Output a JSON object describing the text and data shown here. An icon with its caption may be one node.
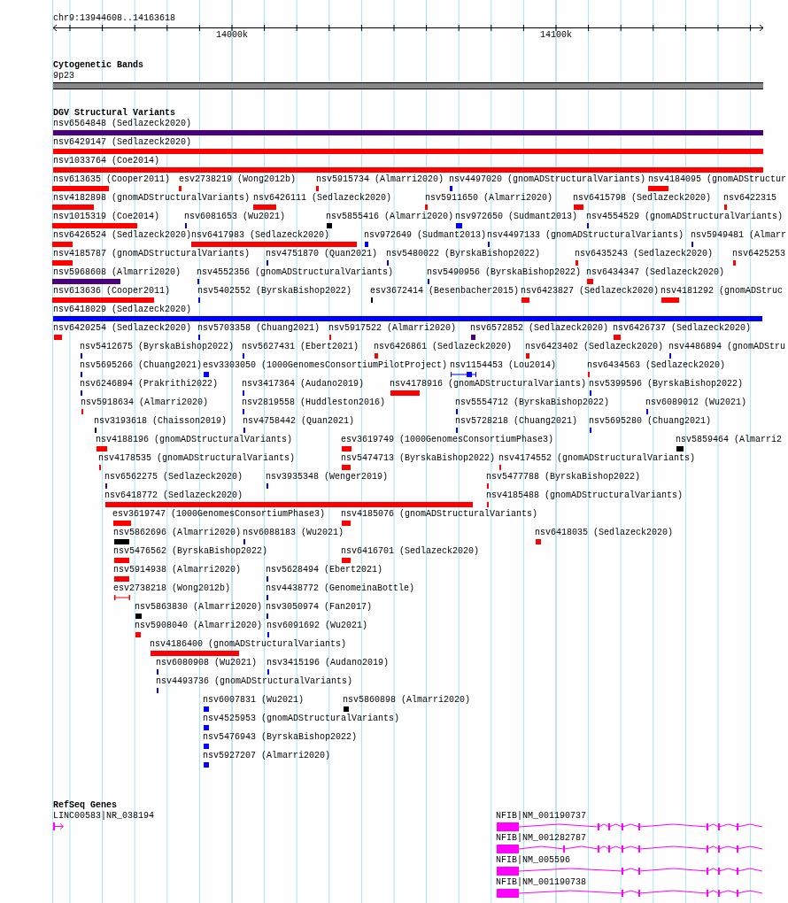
{
  "diagram": {
    "labels": [
      "chr9:13944608..14163618",
      "14000k",
      "14100k",
      "Cytogenetic Bands",
      "9p23",
      "DGV Structural Variants",
      "nsv6564848 (Sedlazeck2020)",
      "nsv6429147 (Sedlazeck2020)",
      "nsv1033764 (Coe2014)",
      "nsv613635 (Cooper2011)",
      "esv2738219 (Wong2012b)",
      "nsv5915734 (Almarri2020)",
      "nsv4497020 (gnomADStructuralVariants)",
      "nsv4184095 (gnomADStructur",
      "nsv4182898 (gnomADStructuralVariants)",
      "nsv6426111 (Sedlazeck2020)",
      "nsv5911650 (Almarri2020)",
      "nsv6415798 (Sedlazeck2020)",
      "nsv6422315",
      "nsv1015319 (Coe2014)",
      "nsv6081653 (Wu2021)",
      "nsv5855416 (Almarri2020)",
      "nsv972650 (Sudmant2013)",
      "nsv4554529 (gnomADStructuralVariants)",
      "nsv6426524 (Sedlazeck2020)",
      "nsv6417983 (Sedlazeck2020)",
      "nsv972649 (Sudmant2013)",
      "nsv4497133 (gnomADStructuralVariants)",
      "nsv5949481 (Almarr",
      "nsv4185787 (gnomADStructuralVariants)",
      "nsv4751870 (Quan2021)",
      "nsv5480022 (ByrskaBishop2022)",
      "nsv6435243 (Sedlazeck2020)",
      "nsv6425253",
      "nsv5968608 (Almarri2020)",
      "nsv4552356 (gnomADStructuralVariants)",
      "nsv5490956 (ByrskaBishop2022)",
      "nsv6434347 (Sedlazeck2020)",
      "nsv613636 (Cooper2011)",
      "nsv5402552 (ByrskaBishop2022)",
      "esv3672414 (Besenbacher2015)",
      "nsv6423827 (Sedlazeck2020)",
      "nsv4181292 (gnomADStruc",
      "nsv6418029 (Sedlazeck2020)",
      "nsv6420254 (Sedlazeck2020)",
      "nsv5703358 (Chuang2021)",
      "nsv5917522 (Almarri2020)",
      "nsv6572852 (Sedlazeck2020)",
      "nsv6426737 (Sedlazeck2020)",
      "nsv5412675 (ByrskaBishop2022)",
      "nsv5627431 (Ebert2021)",
      "nsv6426861 (Sedlazeck2020)",
      "nsv6423402 (Sedlazeck2020)",
      "nsv4486894 (gnomADStru",
      "nsv5695266 (Chuang2021)",
      "esv3303050 (1000GenomesConsortiumPilotProject)",
      "nsv1154453 (Lou2014)",
      "nsv6434563 (Sedlazeck2020)",
      "nsv6246894 (Prakrithi2022)",
      "nsv3417364 (Audano2019)",
      "nsv4178916 (gnomADStructuralVariants)",
      "nsv5399596 (ByrskaBishop2022)",
      "nsv5918634 (Almarri2020)",
      "nsv2819558 (Huddleston2016)",
      "nsv5554712 (ByrskaBishop2022)",
      "nsv6089012 (Wu2021)",
      "nsv3193618 (Chaisson2019)",
      "nsv4758442 (Quan2021)",
      "nsv5728218 (Chuang2021)",
      "nsv5695280 (Chuang2021)",
      "nsv4188196 (gnomADStructuralVariants)",
      "esv3619749 (1000GenomesConsortiumPhase3)",
      "nsv5859464 (Almarri2",
      "nsv4178535 (gnomADStructuralVariants)",
      "nsv5474713 (ByrskaBishop2022)",
      "nsv4174552 (gnomADStructuralVariants)",
      "nsv6562275 (Sedlazeck2020)",
      "nsv3935348 (Wenger2019)",
      "nsv5477788 (ByrskaBishop2022)",
      "nsv6418772 (Sedlazeck2020)",
      "nsv4185488 (gnomADStructuralVariants)",
      "esv3619747 (1000GenomesConsortiumPhase3)",
      "nsv4185076 (gnomADStructuralVariants)",
      "nsv5862696 (Almarri2020)",
      "nsv6088183 (Wu2021)",
      "nsv6418035 (Sedlazeck2020)",
      "nsv5476562 (ByrskaBishop2022)",
      "nsv6416701 (Sedlazeck2020)",
      "nsv5914938 (Almarri2020)",
      "nsv5628494 (Ebert2021)",
      "esv2738218 (Wong2012b)",
      "nsv4438772 (GenomeinaBottle)",
      "nsv5863830 (Almarri2020)",
      "nsv3050974 (Fan2017)",
      "nsv5908040 (Almarri2020)",
      "nsv6091692 (Wu2021)",
      "nsv4186400 (gnomADStructuralVariants)",
      "nsv6080908 (Wu2021)",
      "nsv3415196 (Audano2019)",
      "nsv4493736 (gnomADStructuralVariants)",
      "nsv6007831 (Wu2021)",
      "nsv5860898 (Almarri2020)",
      "nsv4525953 (gnomADStructuralVariants)",
      "nsv5476943 (ByrskaBishop2022)",
      "nsv5927207 (Almarri2020)",
      "RefSeq Genes",
      "LINC00583|NR_038194",
      "NFIB|NM_001190737",
      "NFIB|NM_001282787",
      "NFIB|NM_005596",
      "NFIB|NM_001190738"
    ]
  }
}
